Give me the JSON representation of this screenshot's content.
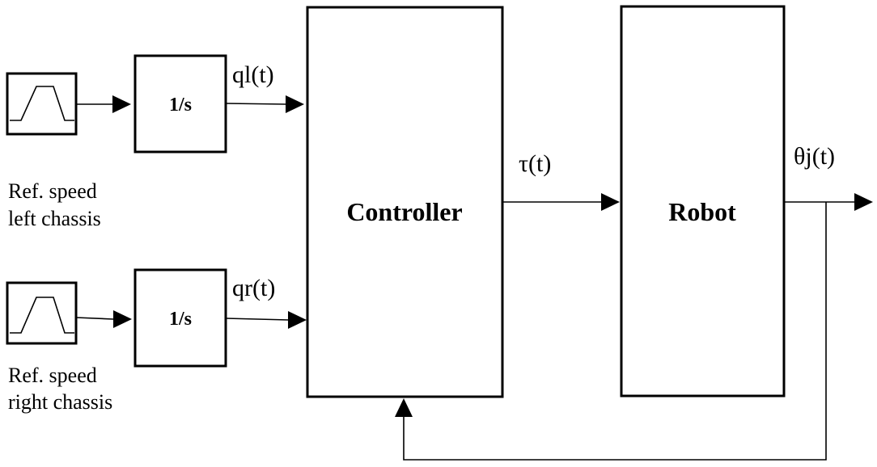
{
  "blocks": {
    "integrator_left": "1/s",
    "integrator_right": "1/s",
    "controller": "Controller",
    "robot": "Robot"
  },
  "signals": {
    "ql": "ql(t)",
    "qr": "qr(t)",
    "tau": "τ(t)",
    "theta": "θj(t)"
  },
  "sources": {
    "left_caption_line1": "Ref. speed",
    "left_caption_line2": "left chassis",
    "right_caption_line1": "Ref. speed",
    "right_caption_line2": "right chassis"
  }
}
